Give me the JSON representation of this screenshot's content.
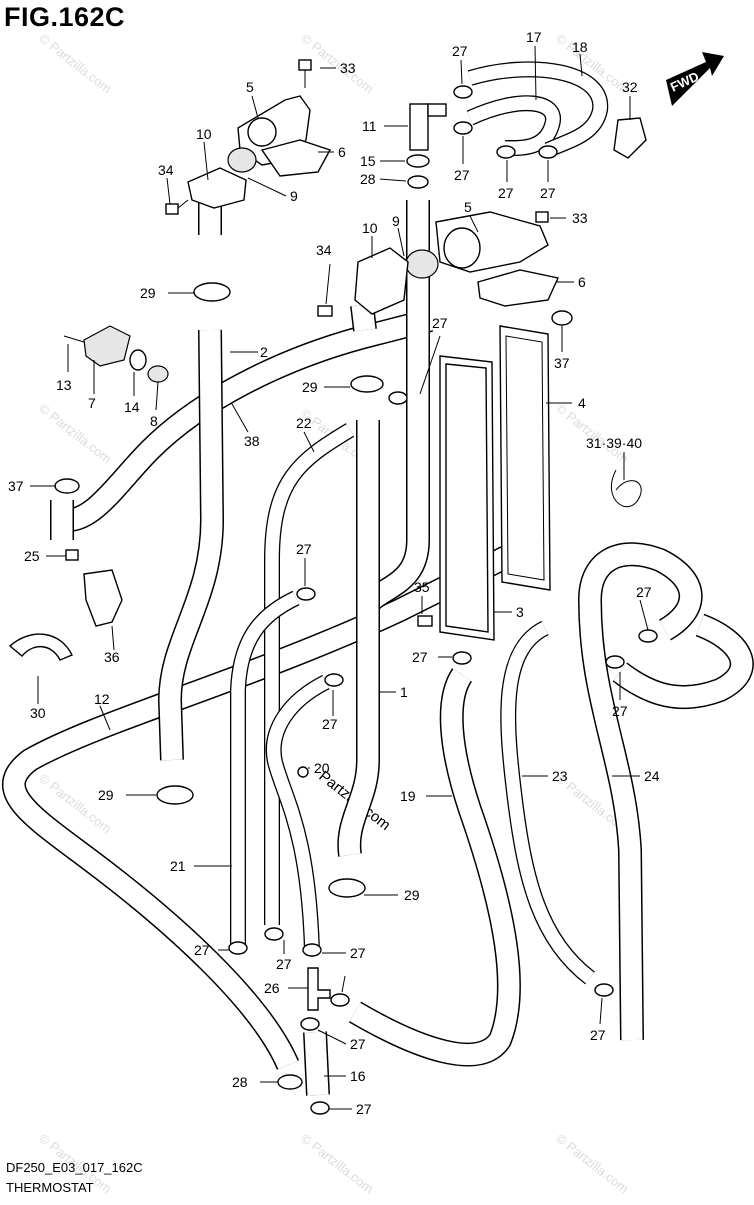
{
  "figure": {
    "title": "FIG.162C",
    "code": "DF250_E03_017_162C",
    "name": "THERMOSTAT",
    "direction_label": "FWD",
    "watermark_text": "© Partzilla.com",
    "center_watermark": "Partzilla.com"
  },
  "callouts": [
    "33",
    "5",
    "10",
    "6",
    "34",
    "9",
    "11",
    "15",
    "28",
    "27",
    "17",
    "18",
    "32",
    "27",
    "27",
    "27",
    "10",
    "9",
    "5",
    "33",
    "34",
    "6",
    "29",
    "2",
    "13",
    "7",
    "14",
    "8",
    "27",
    "37",
    "4",
    "38",
    "22",
    "29",
    "31·39·40",
    "37",
    "25",
    "27",
    "35",
    "3",
    "36",
    "27",
    "30",
    "12",
    "1",
    "27",
    "20",
    "29",
    "27",
    "19",
    "23",
    "24",
    "21",
    "29",
    "27",
    "27",
    "27",
    "26",
    "27",
    "28",
    "27",
    "16",
    "27",
    "27"
  ],
  "colors": {
    "line": "#000000",
    "background": "#ffffff",
    "watermark": "#dcdcdc"
  }
}
